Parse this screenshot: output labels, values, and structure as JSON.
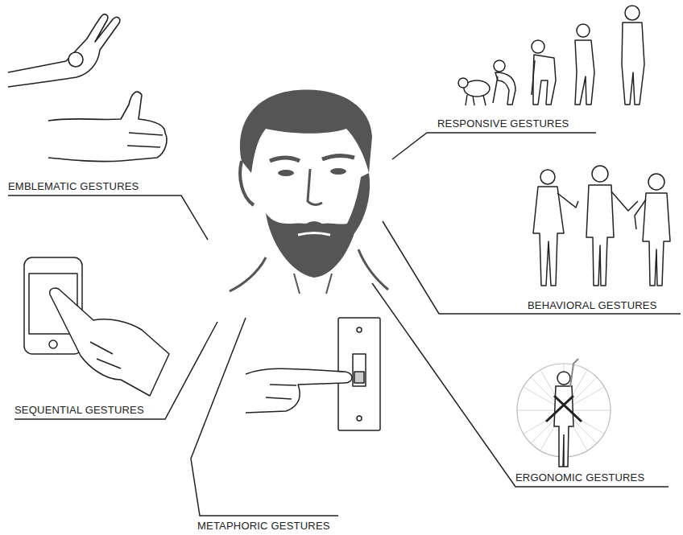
{
  "diagram": {
    "labels": [
      "RESPONSIVE GESTURES",
      "EMBLEMATIC GESTURES",
      "BEHAVIORAL GESTURES",
      "SEQUENTIAL GESTURES",
      "ERGONOMIC GESTURES",
      "METAPHORIC GESTURES"
    ]
  }
}
